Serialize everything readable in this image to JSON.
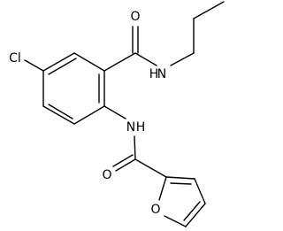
{
  "structure": {
    "type": "chemical-structure",
    "atoms": [
      {
        "id": "Cl1",
        "label": "Cl"
      },
      {
        "id": "O1",
        "label": "O"
      },
      {
        "id": "N1",
        "label": "N"
      },
      {
        "id": "H1",
        "label": "H"
      },
      {
        "id": "N2",
        "label": "N"
      },
      {
        "id": "H2",
        "label": "H"
      },
      {
        "id": "O2",
        "label": "O"
      },
      {
        "id": "O3",
        "label": "O"
      }
    ],
    "bonds": [
      {
        "from": "Cl1",
        "to": "C1",
        "order": 1
      },
      {
        "from": "C1",
        "to": "C2",
        "order": 2
      },
      {
        "from": "C2",
        "to": "C3",
        "order": 1
      },
      {
        "from": "C3",
        "to": "C4",
        "order": 2
      },
      {
        "from": "C4",
        "to": "C5",
        "order": 1
      },
      {
        "from": "C5",
        "to": "C6",
        "order": 2
      },
      {
        "from": "C6",
        "to": "C1",
        "order": 1
      },
      {
        "from": "C3",
        "to": "C7",
        "order": 1
      },
      {
        "from": "C7",
        "to": "O1",
        "order": 2
      },
      {
        "from": "C7",
        "to": "N1",
        "order": 1
      },
      {
        "from": "N1",
        "to": "C8",
        "order": 1
      },
      {
        "from": "C8",
        "to": "C9",
        "order": 1
      },
      {
        "from": "C9",
        "to": "C10",
        "order": 1
      },
      {
        "from": "C4",
        "to": "N2",
        "order": 1
      },
      {
        "from": "N2",
        "to": "C11",
        "order": 1
      },
      {
        "from": "C11",
        "to": "O2",
        "order": 2
      },
      {
        "from": "C11",
        "to": "C12",
        "order": 1
      },
      {
        "from": "C12",
        "to": "O3",
        "order": 1
      },
      {
        "from": "O3",
        "to": "C13",
        "order": 1
      },
      {
        "from": "C13",
        "to": "C14",
        "order": 2
      },
      {
        "from": "C14",
        "to": "C15",
        "order": 1
      },
      {
        "from": "C15",
        "to": "C12",
        "order": 2
      }
    ]
  }
}
